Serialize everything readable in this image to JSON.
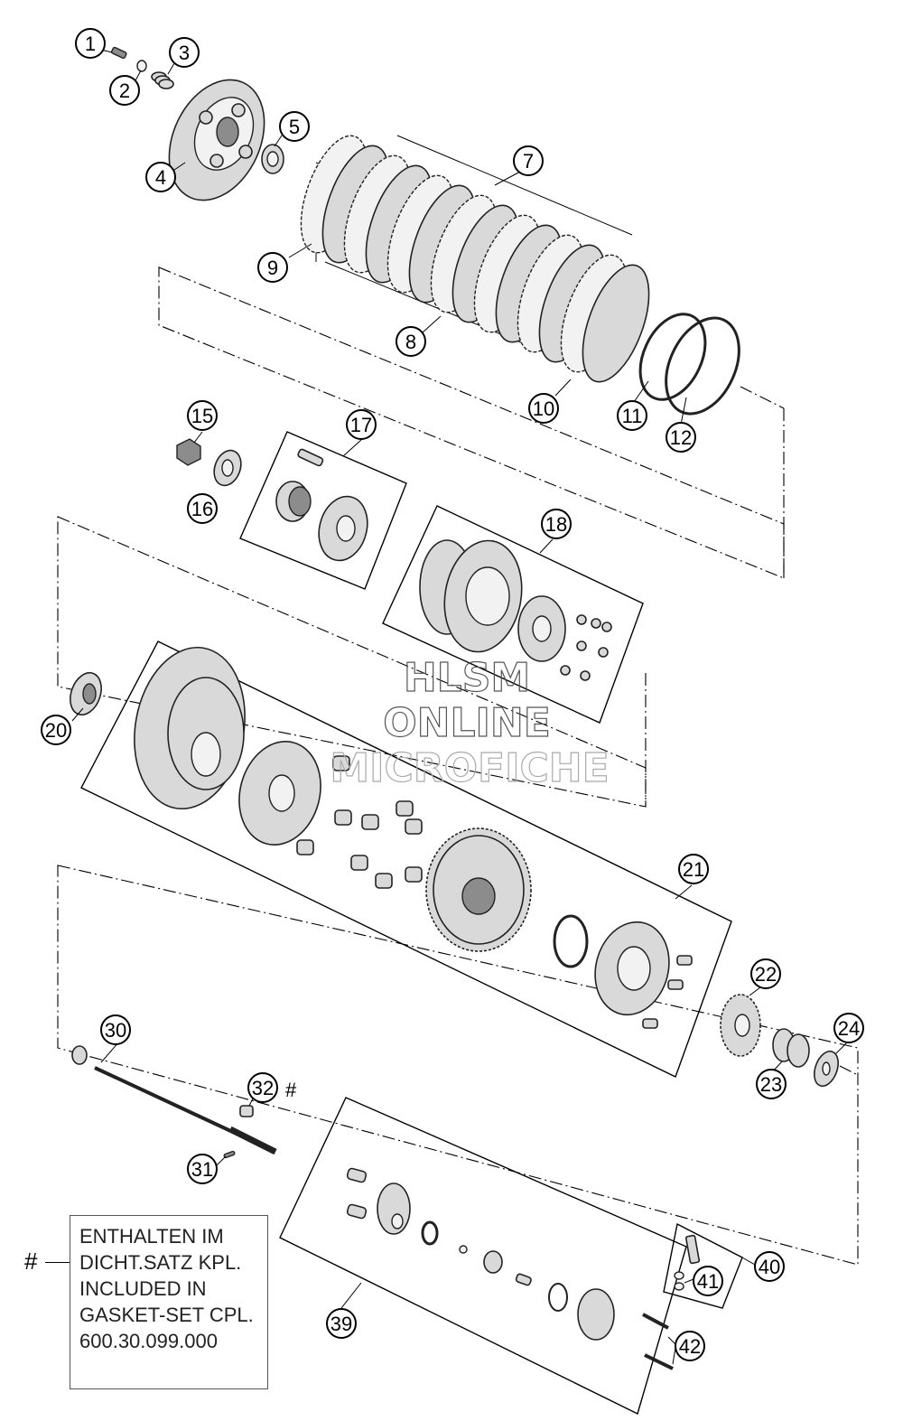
{
  "diagram": {
    "callouts": [
      {
        "id": "c1",
        "label": "1"
      },
      {
        "id": "c2",
        "label": "2"
      },
      {
        "id": "c3",
        "label": "3"
      },
      {
        "id": "c4",
        "label": "4"
      },
      {
        "id": "c5",
        "label": "5"
      },
      {
        "id": "c7",
        "label": "7"
      },
      {
        "id": "c8",
        "label": "8"
      },
      {
        "id": "c9",
        "label": "9"
      },
      {
        "id": "c10",
        "label": "10"
      },
      {
        "id": "c11",
        "label": "11"
      },
      {
        "id": "c12",
        "label": "12"
      },
      {
        "id": "c15",
        "label": "15"
      },
      {
        "id": "c16",
        "label": "16"
      },
      {
        "id": "c17",
        "label": "17"
      },
      {
        "id": "c18",
        "label": "18"
      },
      {
        "id": "c20",
        "label": "20"
      },
      {
        "id": "c21",
        "label": "21"
      },
      {
        "id": "c22",
        "label": "22"
      },
      {
        "id": "c23",
        "label": "23"
      },
      {
        "id": "c24",
        "label": "24"
      },
      {
        "id": "c30",
        "label": "30"
      },
      {
        "id": "c31",
        "label": "31"
      },
      {
        "id": "c32",
        "label": "32"
      },
      {
        "id": "c39",
        "label": "39"
      },
      {
        "id": "c40",
        "label": "40"
      },
      {
        "id": "c41",
        "label": "41"
      },
      {
        "id": "c42",
        "label": "42"
      }
    ],
    "hash_marker": "#"
  },
  "watermark": {
    "line1": "HLSM",
    "line2": "ONLINE",
    "line3": "MICROFICHE"
  },
  "note": {
    "marker": "#",
    "lines": [
      "ENTHALTEN IM",
      "DICHT.SATZ KPL.",
      "INCLUDED IN",
      "GASKET-SET CPL.",
      "600.30.099.000"
    ]
  }
}
